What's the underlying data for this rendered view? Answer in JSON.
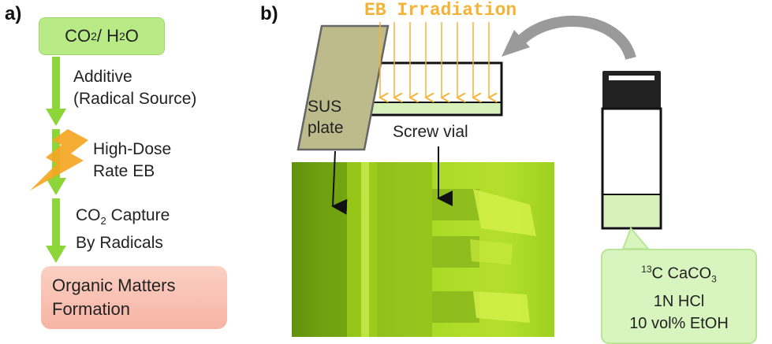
{
  "panel_a": {
    "label": "a)",
    "start_box": {
      "main": "CO",
      "sub": "2",
      "rest": " / H",
      "sub2": "2",
      "tail": "O"
    },
    "step1": {
      "line1": "Additive",
      "line2": "(Radical Source)"
    },
    "step2": {
      "line1": "High-Dose",
      "line2": "Rate EB"
    },
    "step3": {
      "line1_main": "CO",
      "line1_sub": "2",
      "line1_rest": " Capture",
      "line2": "By Radicals"
    },
    "end_box": {
      "line1": "Organic Matters",
      "line2": "Formation"
    },
    "colors": {
      "arrow": "#8dd63a",
      "lightning": "#f5a623",
      "start_box": "#b8eb86",
      "end_box": "#f6b4a4"
    },
    "icons": [
      "down-arrow-icon",
      "lightning-icon"
    ]
  },
  "panel_b": {
    "label": "b)",
    "eb_title": "EB Irradiation",
    "sus_label": {
      "line1": "SUS",
      "line2": "plate"
    },
    "vial_label": "Screw vial",
    "bubble": {
      "line1_sup": "13",
      "line1_rest": "C CaCO",
      "line1_sub": "3",
      "line2": "1N HCl",
      "line3": "10 vol% EtOH"
    },
    "colors": {
      "eb": "#f5b335",
      "sus_plate": "#bdbb8c",
      "photo": "#a5d81f",
      "vial_cap": "#222222",
      "vial_liquid": "#d8f0bc",
      "curved_arrow": "#999999"
    },
    "icons": [
      "curved-arrow-icon",
      "eb-ray-arrows"
    ]
  }
}
